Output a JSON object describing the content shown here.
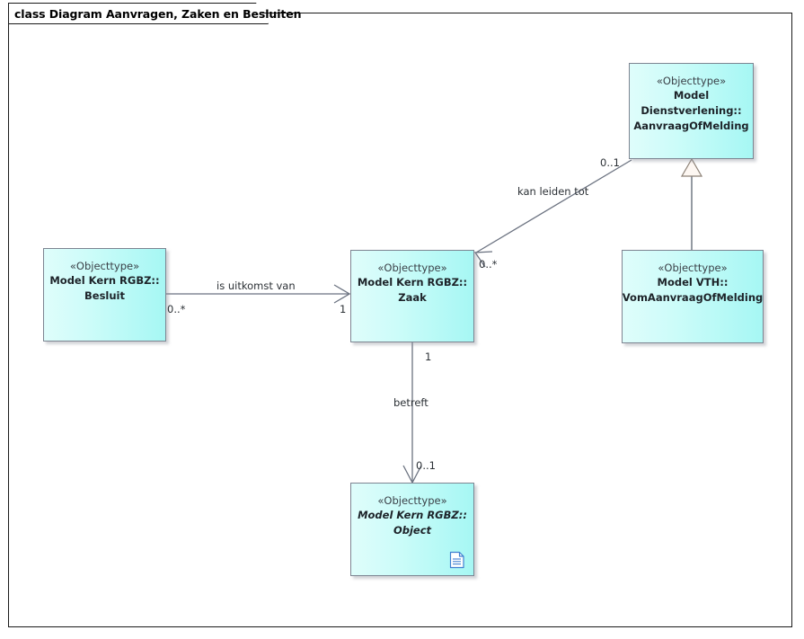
{
  "diagram": {
    "title": "class Diagram Aanvragen, Zaken en Besluiten",
    "frame_border_color": "#1a1a1a",
    "background_color": "#ffffff",
    "class_fill_light": "#dffdfb",
    "class_fill_dark": "#a6f7f4",
    "class_border_color": "#7d8491",
    "connector_color": "#6b7280"
  },
  "classes": [
    {
      "id": "aanvraagofmelding",
      "stereotype": "«Objecttype»",
      "name_lines": [
        "Model",
        "Dienstverlening::",
        "AanvraagOfMelding"
      ],
      "abstract": false,
      "has_doc_icon": false
    },
    {
      "id": "besluit",
      "stereotype": "«Objecttype»",
      "name_lines": [
        "Model Kern RGBZ::",
        "Besluit"
      ],
      "abstract": false,
      "has_doc_icon": false
    },
    {
      "id": "zaak",
      "stereotype": "«Objecttype»",
      "name_lines": [
        "Model Kern RGBZ::",
        "Zaak"
      ],
      "abstract": false,
      "has_doc_icon": false
    },
    {
      "id": "vomaanvraagofmelding",
      "stereotype": "«Objecttype»",
      "name_lines": [
        "Model VTH::",
        "VomAanvraagOfMelding"
      ],
      "abstract": false,
      "has_doc_icon": false
    },
    {
      "id": "object",
      "stereotype": "«Objecttype»",
      "name_lines": [
        "Model Kern RGBZ::",
        "Object"
      ],
      "abstract": true,
      "has_doc_icon": true,
      "doc_icon_name": "document-note-icon"
    }
  ],
  "relations": [
    {
      "id": "is-uitkomst-van",
      "type": "association",
      "label": "is uitkomst van",
      "source": "besluit",
      "target": "zaak",
      "source_multiplicity": "0..*",
      "target_multiplicity": "1",
      "arrow": "open"
    },
    {
      "id": "kan-leiden-tot",
      "type": "association",
      "label": "kan leiden tot",
      "source": "aanvraagofmelding",
      "target": "zaak",
      "source_multiplicity": "0..1",
      "target_multiplicity": "0..*",
      "arrow": "open"
    },
    {
      "id": "betreft",
      "type": "association",
      "label": "betreft",
      "source": "zaak",
      "target": "object",
      "source_multiplicity": "1",
      "target_multiplicity": "0..1",
      "arrow": "open"
    },
    {
      "id": "vom-generalization",
      "type": "generalization",
      "label": "",
      "source": "vomaanvraagofmelding",
      "target": "aanvraagofmelding",
      "source_multiplicity": "",
      "target_multiplicity": "",
      "arrow": "hollow-triangle"
    }
  ]
}
